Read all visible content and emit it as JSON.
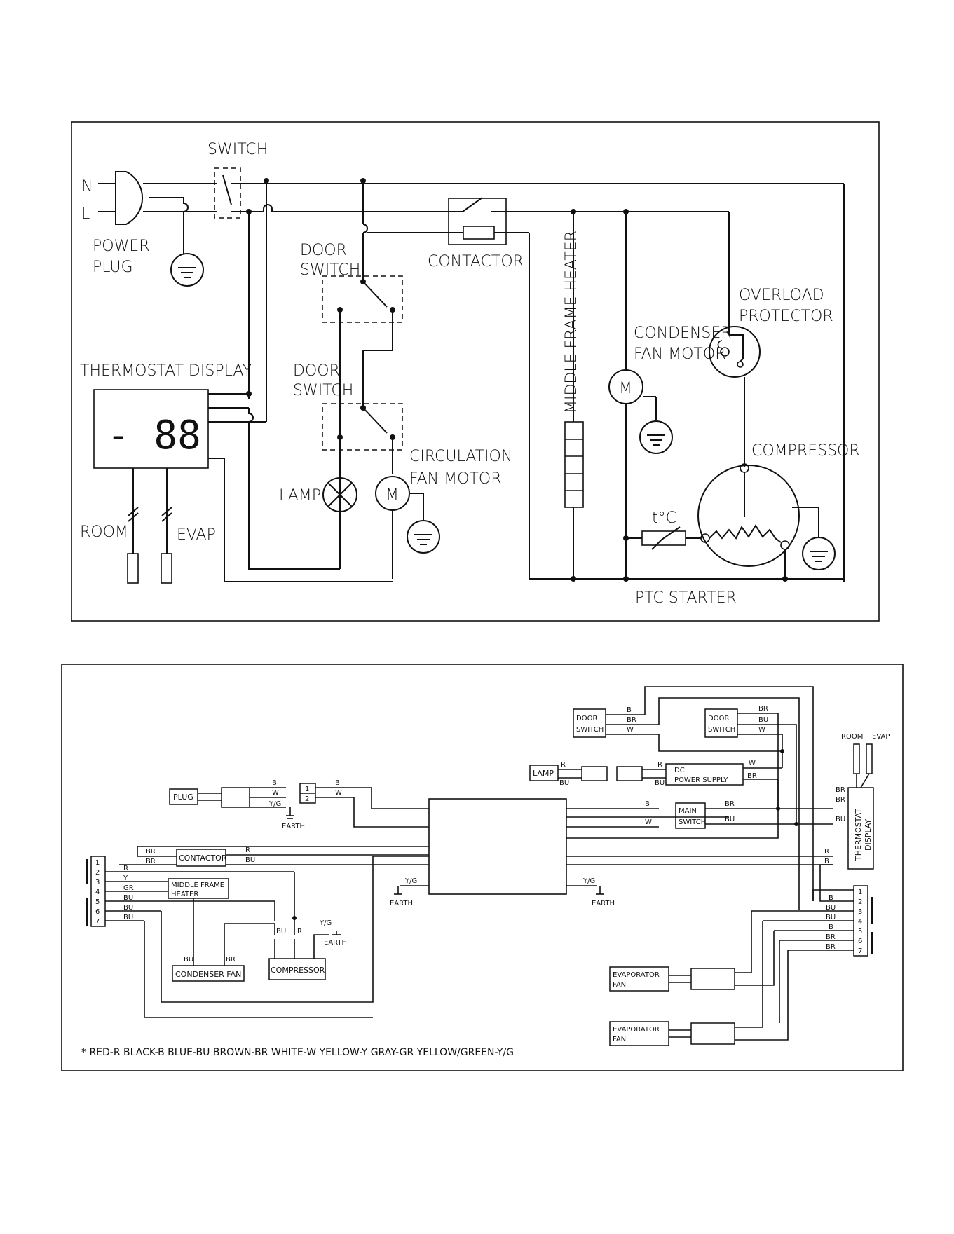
{
  "schematic": {
    "n_label": "N",
    "l_label": "L",
    "switch": "SWITCH",
    "power_plug_1": "POWER",
    "power_plug_2": "PLUG",
    "door_switch_1a": "DOOR",
    "door_switch_1b": "SWITCH",
    "door_switch_2a": "DOOR",
    "door_switch_2b": "SWITCH",
    "contactor": "CONTACTOR",
    "middle_frame_heater": "MIDDLE FRAME HEATER",
    "overload_1": "OVERLOAD",
    "overload_2": "PROTECTOR",
    "condenser_1": "CONDENSER",
    "condenser_2": "FAN MOTOR",
    "thermostat_display": "THERMOSTAT DISPLAY",
    "display_digits": "-  88",
    "circulation_1": "CIRCULATION",
    "circulation_2": "FAN MOTOR",
    "lamp": "LAMP",
    "room": "ROOM",
    "evap": "EVAP",
    "compressor": "COMPRESSOR",
    "tc": "t°C",
    "ptc_starter": "PTC STARTER",
    "motor_letter": "M"
  },
  "wiring": {
    "plug": "PLUG",
    "earth": "EARTH",
    "contactor": "CONTACTOR",
    "middle_frame_heater_1": "MIDDLE FRAME",
    "middle_frame_heater_2": "HEATER",
    "condenser_fan": "CONDENSER FAN",
    "compressor": "COMPRESSOR",
    "door_switch_1": "DOOR",
    "door_switch_2": "SWITCH",
    "lamp": "LAMP",
    "dc": "DC",
    "power_supply": "POWER SUPPLY",
    "main_switch_1": "MAIN",
    "main_switch_2": "SWITCH",
    "thermostat_display_1": "THERMOSTAT",
    "thermostat_display_2": "DISPLAY",
    "room": "ROOM",
    "evap": "EVAP",
    "evaporator_fan_1": "EVAPORATOR",
    "evaporator_fan_2": "FAN",
    "c_B": "B",
    "c_W": "W",
    "c_BR": "BR",
    "c_BU": "BU",
    "c_R": "R",
    "c_Y": "Y",
    "c_GR": "GR",
    "c_YG": "Y/G",
    "n1": "1",
    "n2": "2",
    "n3": "3",
    "n4": "4",
    "n5": "5",
    "n6": "6",
    "n7": "7",
    "legend": "* RED-R   BLACK-B   BLUE-BU   BROWN-BR   WHITE-W   YELLOW-Y   GRAY-GR   YELLOW/GREEN-Y/G"
  },
  "colors": {
    "line": "#111111",
    "background": "#ffffff"
  }
}
